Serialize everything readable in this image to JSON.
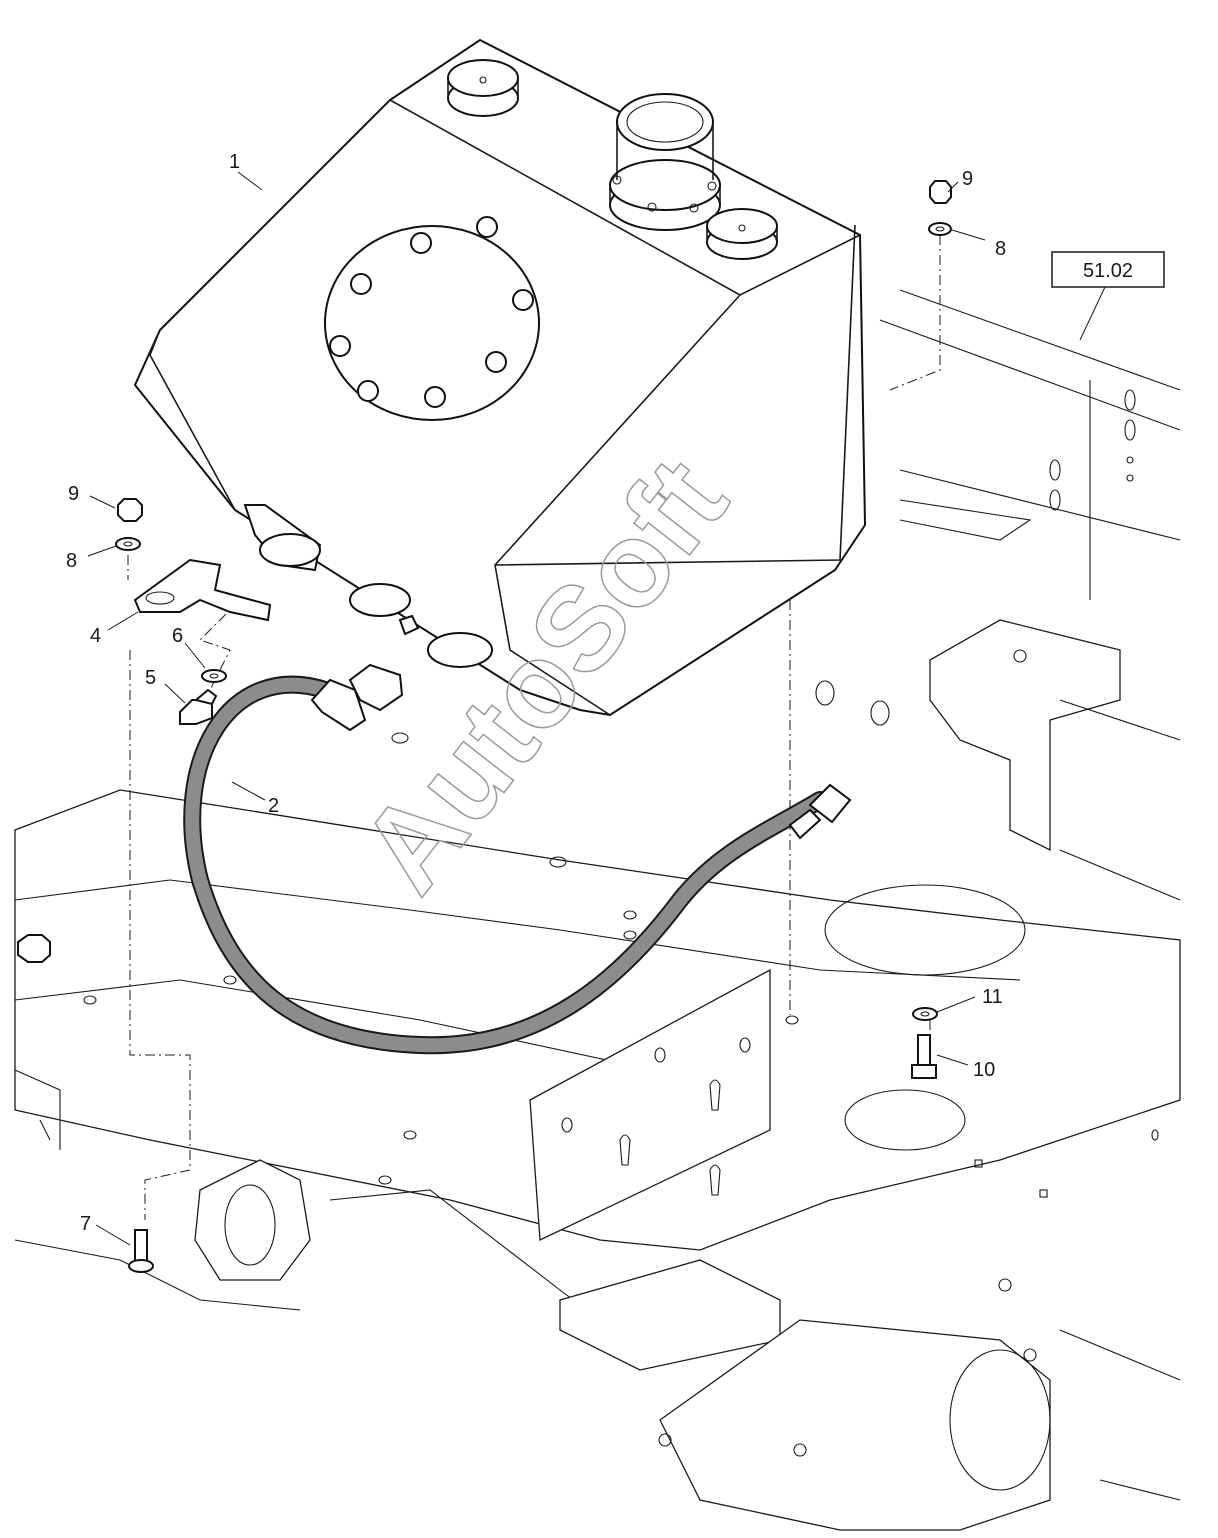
{
  "reference_box": {
    "label": "51.02"
  },
  "watermark": {
    "text": "AutoSoft"
  },
  "callouts": [
    {
      "id": "c1",
      "label": "1"
    },
    {
      "id": "c2",
      "label": "2"
    },
    {
      "id": "c4",
      "label": "4"
    },
    {
      "id": "c5",
      "label": "5"
    },
    {
      "id": "c6",
      "label": "6"
    },
    {
      "id": "c7",
      "label": "7"
    },
    {
      "id": "c8a",
      "label": "8"
    },
    {
      "id": "c8b",
      "label": "8"
    },
    {
      "id": "c9a",
      "label": "9"
    },
    {
      "id": "c9b",
      "label": "9"
    },
    {
      "id": "c10",
      "label": "10"
    },
    {
      "id": "c11",
      "label": "11"
    }
  ],
  "colors": {
    "hose": "#8c8c8c",
    "line": "#1a1a1a",
    "background": "#ffffff"
  }
}
